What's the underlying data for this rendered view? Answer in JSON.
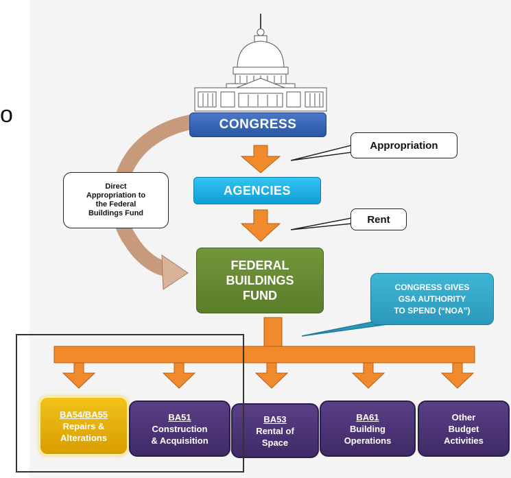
{
  "left_glyph": "o",
  "congress": "CONGRESS",
  "agencies": "AGENCIES",
  "fund_lines": [
    "FEDERAL",
    "BUILDINGS",
    "FUND"
  ],
  "callouts": {
    "appropriation": "Appropriation",
    "rent": "Rent",
    "direct": [
      "Direct",
      "Appropriation to",
      "the Federal",
      "Buildings Fund"
    ]
  },
  "noa_lines": [
    "CONGRESS GIVES",
    "GSA AUTHORITY",
    "TO SPEND (“NOA”)"
  ],
  "activities": [
    {
      "code": "BA54/BA55",
      "lines": [
        "Repairs &",
        "Alterations"
      ]
    },
    {
      "code": "BA51",
      "lines": [
        "Construction",
        "& Acquisition"
      ]
    },
    {
      "code": "BA53",
      "lines": [
        "Rental of",
        "Space"
      ]
    },
    {
      "code": "BA61",
      "lines": [
        "Building",
        "Operations"
      ]
    },
    {
      "code": "",
      "lines": [
        "Other",
        "Budget",
        "Activities"
      ]
    }
  ],
  "colors": {
    "arrow": "#f08a2c",
    "congress": "#2f5eb0",
    "agencies": "#1aa9e2",
    "fund": "#668a33",
    "noa": "#32a8cc",
    "activity": "#4b3373",
    "highlighted_activity": "#e8b30b"
  },
  "icons": {
    "capitol": "capitol-building-icon"
  }
}
